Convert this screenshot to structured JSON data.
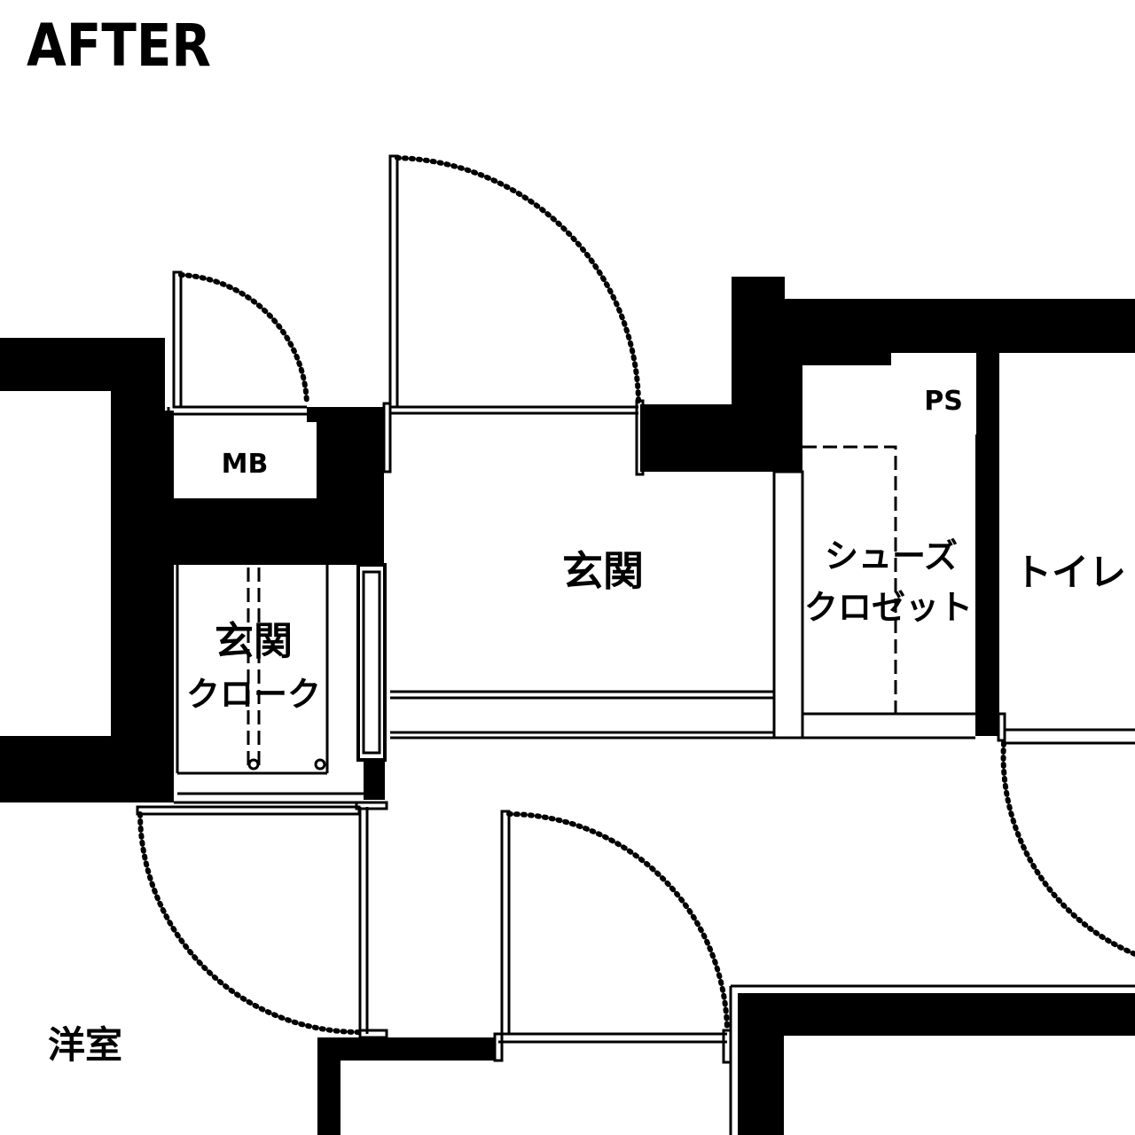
{
  "title": "AFTER",
  "rooms": {
    "mb": "MB",
    "ps": "PS",
    "genkan": "玄関",
    "genkan_cloak_line1": "玄関",
    "genkan_cloak_line2": "クローク",
    "shoes_closet_line1": "シューズ",
    "shoes_closet_line2": "クロゼット",
    "toilet": "トイレ",
    "western_room": "洋室"
  }
}
